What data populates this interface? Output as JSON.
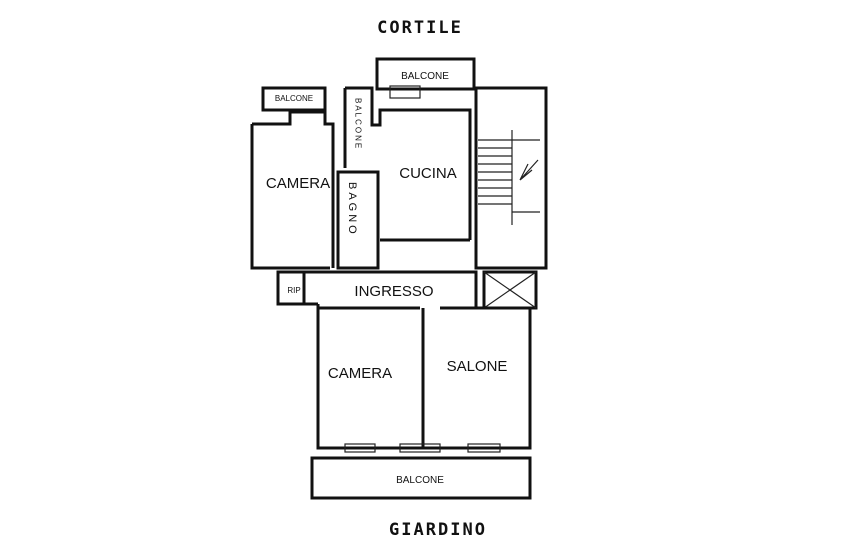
{
  "header": {
    "top_label": "CORTILE",
    "bottom_label": "GIARDINO"
  },
  "rooms": {
    "balcone_top_right": "BALCONE",
    "balcone_top_left": "BALCONE",
    "balcone_vertical": "BALCONE",
    "camera_left": "CAMERA",
    "cucina": "CUCINA",
    "bagno": "BAGNO",
    "rip": "RIP",
    "ingresso": "INGRESSO",
    "camera_bottom": "CAMERA",
    "salone": "SALONE",
    "balcone_bottom": "BALCONE"
  }
}
